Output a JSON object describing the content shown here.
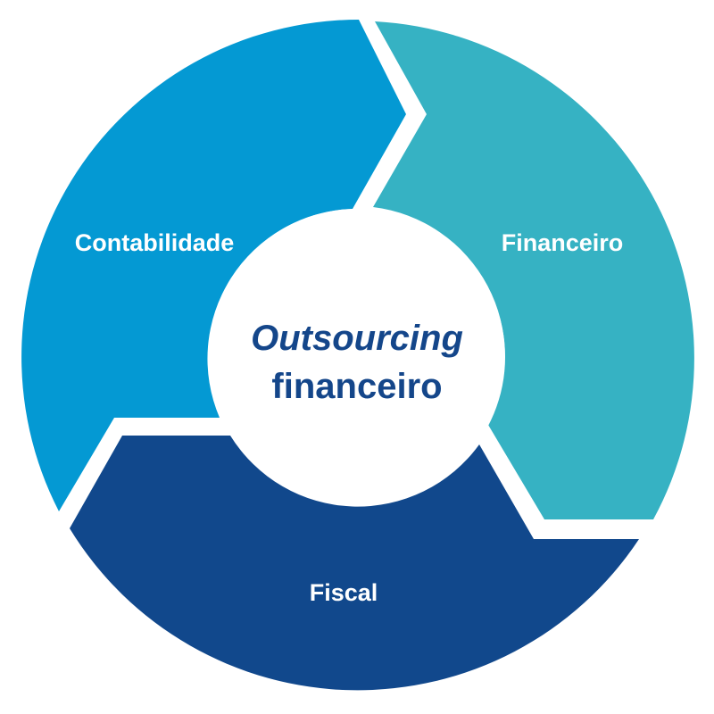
{
  "center": {
    "line1": "Outsourcing",
    "line2": "financeiro",
    "color": "#14468a"
  },
  "segments": [
    {
      "id": "contabilidade",
      "label": "Contabilidade",
      "color": "#0499d3"
    },
    {
      "id": "financeiro",
      "label": "Financeiro",
      "color": "#36b2c3"
    },
    {
      "id": "fiscal",
      "label": "Fiscal",
      "color": "#11488c"
    }
  ]
}
